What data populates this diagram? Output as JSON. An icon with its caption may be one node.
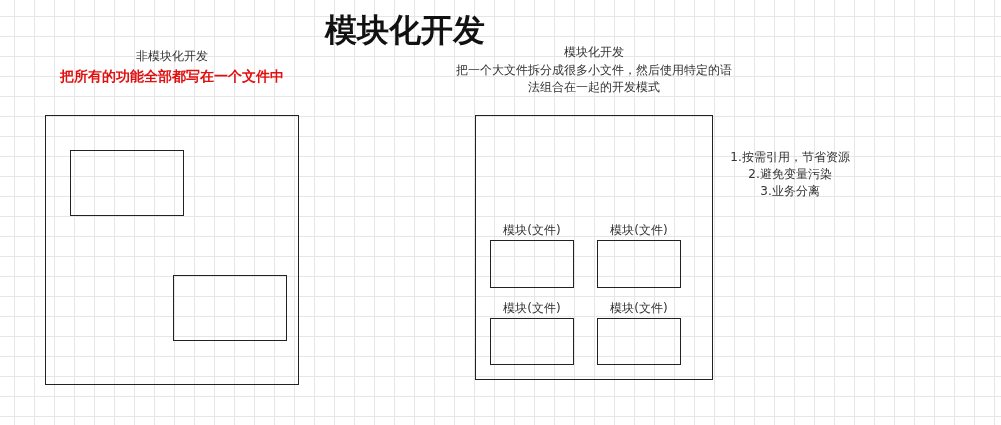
{
  "diagram": {
    "title": "模块化开发",
    "nodes": [
      {
        "text": [
          "非模块化开发",
          "把所有的功能全部都写在一个文件中"
        ]
      },
      {
        "text": [],
        "shape": "box",
        "in": 0
      },
      {
        "text": [],
        "shape": "box",
        "in": 0
      },
      {
        "text": [
          "模块化开发",
          "把一个大文件拆分成很多小文件，然后使用特定的语法组合在一起的开发模式"
        ]
      },
      {
        "text": [
          "模块(文件)"
        ],
        "in": 3
      },
      {
        "text": [
          "模块(文件)"
        ],
        "in": 3
      },
      {
        "text": [
          "模块(文件)"
        ],
        "in": 3
      },
      {
        "text": [
          "模块(文件)"
        ],
        "in": 3
      }
    ],
    "labels": [
      "1.按需引用，节省资源",
      "2.避免变量污染",
      "3.业务分离"
    ]
  }
}
